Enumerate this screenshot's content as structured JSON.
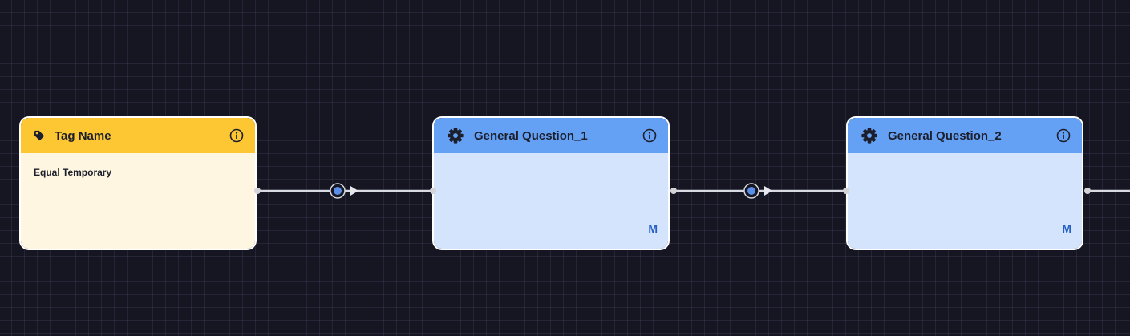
{
  "nodes": [
    {
      "title": "Tag Name",
      "icon": "tag-icon",
      "value": "Equal Temporary",
      "header_color": "#fdc734",
      "body_color": "#fff6e2"
    },
    {
      "title": "General Question_1",
      "icon": "gear-icon",
      "badge": "M",
      "header_color": "#64a0f4",
      "body_color": "#d4e4fc"
    },
    {
      "title": "General Question_2",
      "icon": "gear-icon",
      "badge": "M",
      "header_color": "#64a0f4",
      "body_color": "#d4e4fc"
    }
  ],
  "colors": {
    "canvas_bg": "#161622",
    "edge": "#d8dae2",
    "handle": "#d4d4d8",
    "midpoint_dot": "#5b8ee6",
    "badge_text": "#2760c4"
  }
}
